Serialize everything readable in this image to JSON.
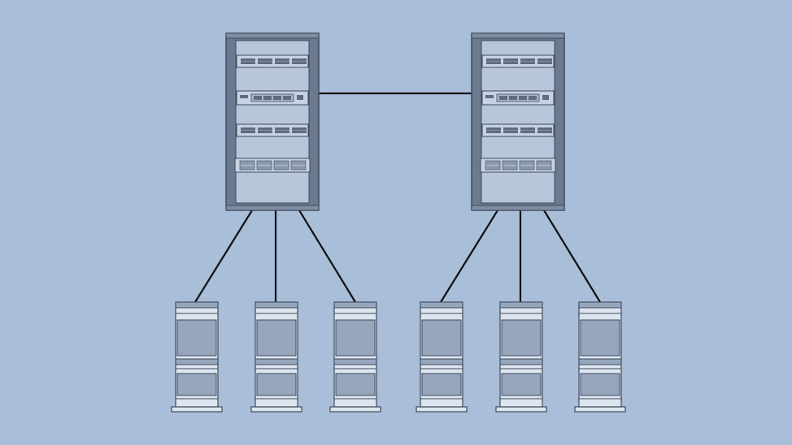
{
  "diagram": {
    "type": "network-topology",
    "colors": {
      "background": "#a9bed8",
      "rack_frame": "#6b7a90",
      "rack_interior": "#b7c6da",
      "device_face": "#c6d2e2",
      "device_dark": "#5e6b80",
      "server_body": "#dde5ef",
      "server_panel": "#95a6bd",
      "outline": "#3f4a5c",
      "link": "#111111"
    },
    "nodes": [
      {
        "id": "rack-1",
        "kind": "rack",
        "icon": "server-rack-icon"
      },
      {
        "id": "rack-2",
        "kind": "rack",
        "icon": "server-rack-icon"
      },
      {
        "id": "tower-1",
        "kind": "tower-server",
        "icon": "tower-server-icon",
        "parent": "rack-1"
      },
      {
        "id": "tower-2",
        "kind": "tower-server",
        "icon": "tower-server-icon",
        "parent": "rack-1"
      },
      {
        "id": "tower-3",
        "kind": "tower-server",
        "icon": "tower-server-icon",
        "parent": "rack-1"
      },
      {
        "id": "tower-4",
        "kind": "tower-server",
        "icon": "tower-server-icon",
        "parent": "rack-2"
      },
      {
        "id": "tower-5",
        "kind": "tower-server",
        "icon": "tower-server-icon",
        "parent": "rack-2"
      },
      {
        "id": "tower-6",
        "kind": "tower-server",
        "icon": "tower-server-icon",
        "parent": "rack-2"
      }
    ],
    "links": [
      {
        "from": "rack-1",
        "to": "rack-2"
      },
      {
        "from": "rack-1",
        "to": "tower-1"
      },
      {
        "from": "rack-1",
        "to": "tower-2"
      },
      {
        "from": "rack-1",
        "to": "tower-3"
      },
      {
        "from": "rack-2",
        "to": "tower-4"
      },
      {
        "from": "rack-2",
        "to": "tower-5"
      },
      {
        "from": "rack-2",
        "to": "tower-6"
      }
    ]
  }
}
